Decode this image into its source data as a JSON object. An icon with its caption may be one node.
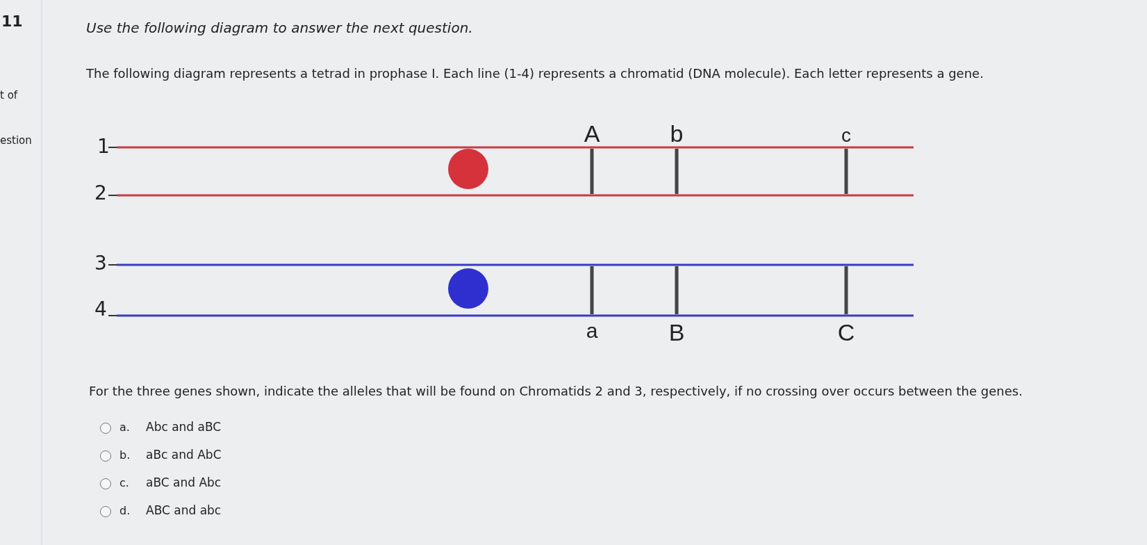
{
  "diagram": {
    "labels": [
      "11",
      "t of",
      "estion",
      "Use the following diagram to answer the next question.",
      "The following diagram represents a tetrad in prophase I. Each line (1-4) represents a chromatid (DNA molecule). Each letter represents a gene.",
      "1",
      "2",
      "3",
      "4",
      "A",
      "b",
      "c",
      "a",
      "B",
      "C",
      "For the three genes shown, indicate the alleles that will be found on Chromatids 2 and 3, respectively, if no crossing over occurs between the genes.",
      "a.",
      "Abc and aBC",
      "b.",
      "aBc and AbC",
      "c.",
      "aBC and Abc",
      "d.",
      "ABC and abc"
    ]
  }
}
